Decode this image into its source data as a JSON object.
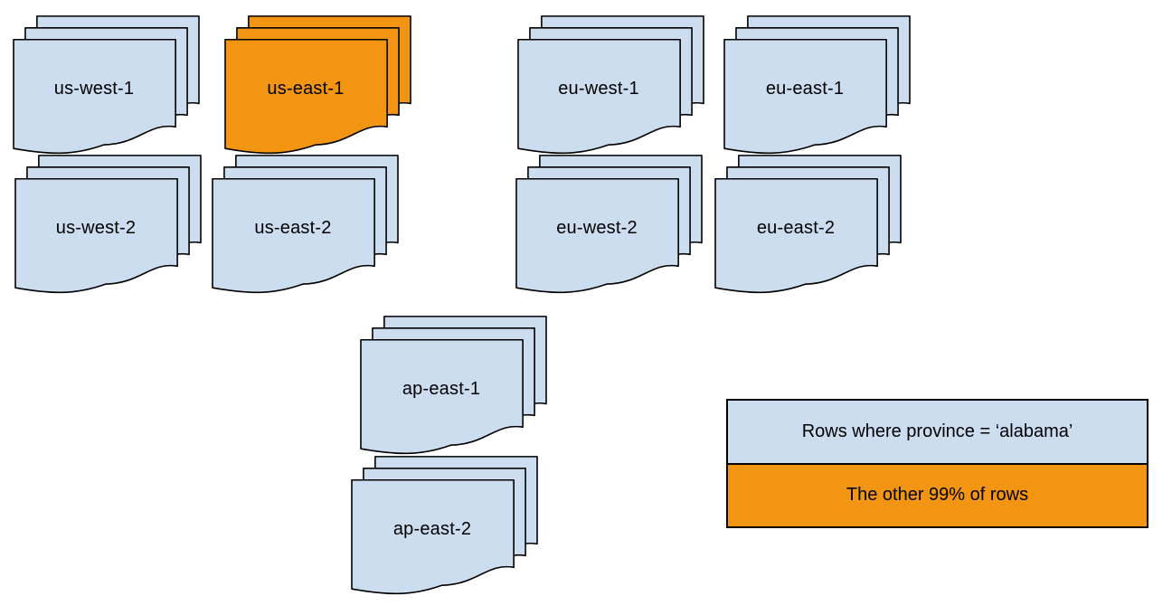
{
  "diagram": {
    "colors": {
      "region_fill": "#cdddf0",
      "highlight_fill": "#f29513",
      "stroke": "#000000",
      "background": "#ffffff"
    },
    "regions": [
      {
        "label": "us-west-1",
        "highlight": false
      },
      {
        "label": "us-east-1",
        "highlight": true
      },
      {
        "label": "eu-west-1",
        "highlight": false
      },
      {
        "label": "eu-east-1",
        "highlight": false
      },
      {
        "label": "us-west-2",
        "highlight": false
      },
      {
        "label": "us-east-2",
        "highlight": false
      },
      {
        "label": "eu-west-2",
        "highlight": false
      },
      {
        "label": "eu-east-2",
        "highlight": false
      },
      {
        "label": "ap-east-1",
        "highlight": false
      },
      {
        "label": "ap-east-2",
        "highlight": false
      }
    ],
    "legend": {
      "items": [
        {
          "label": "Rows where province = ‘alabama’",
          "color": "#cdddf0"
        },
        {
          "label": "The other 99% of rows",
          "color": "#f29513"
        }
      ]
    }
  }
}
